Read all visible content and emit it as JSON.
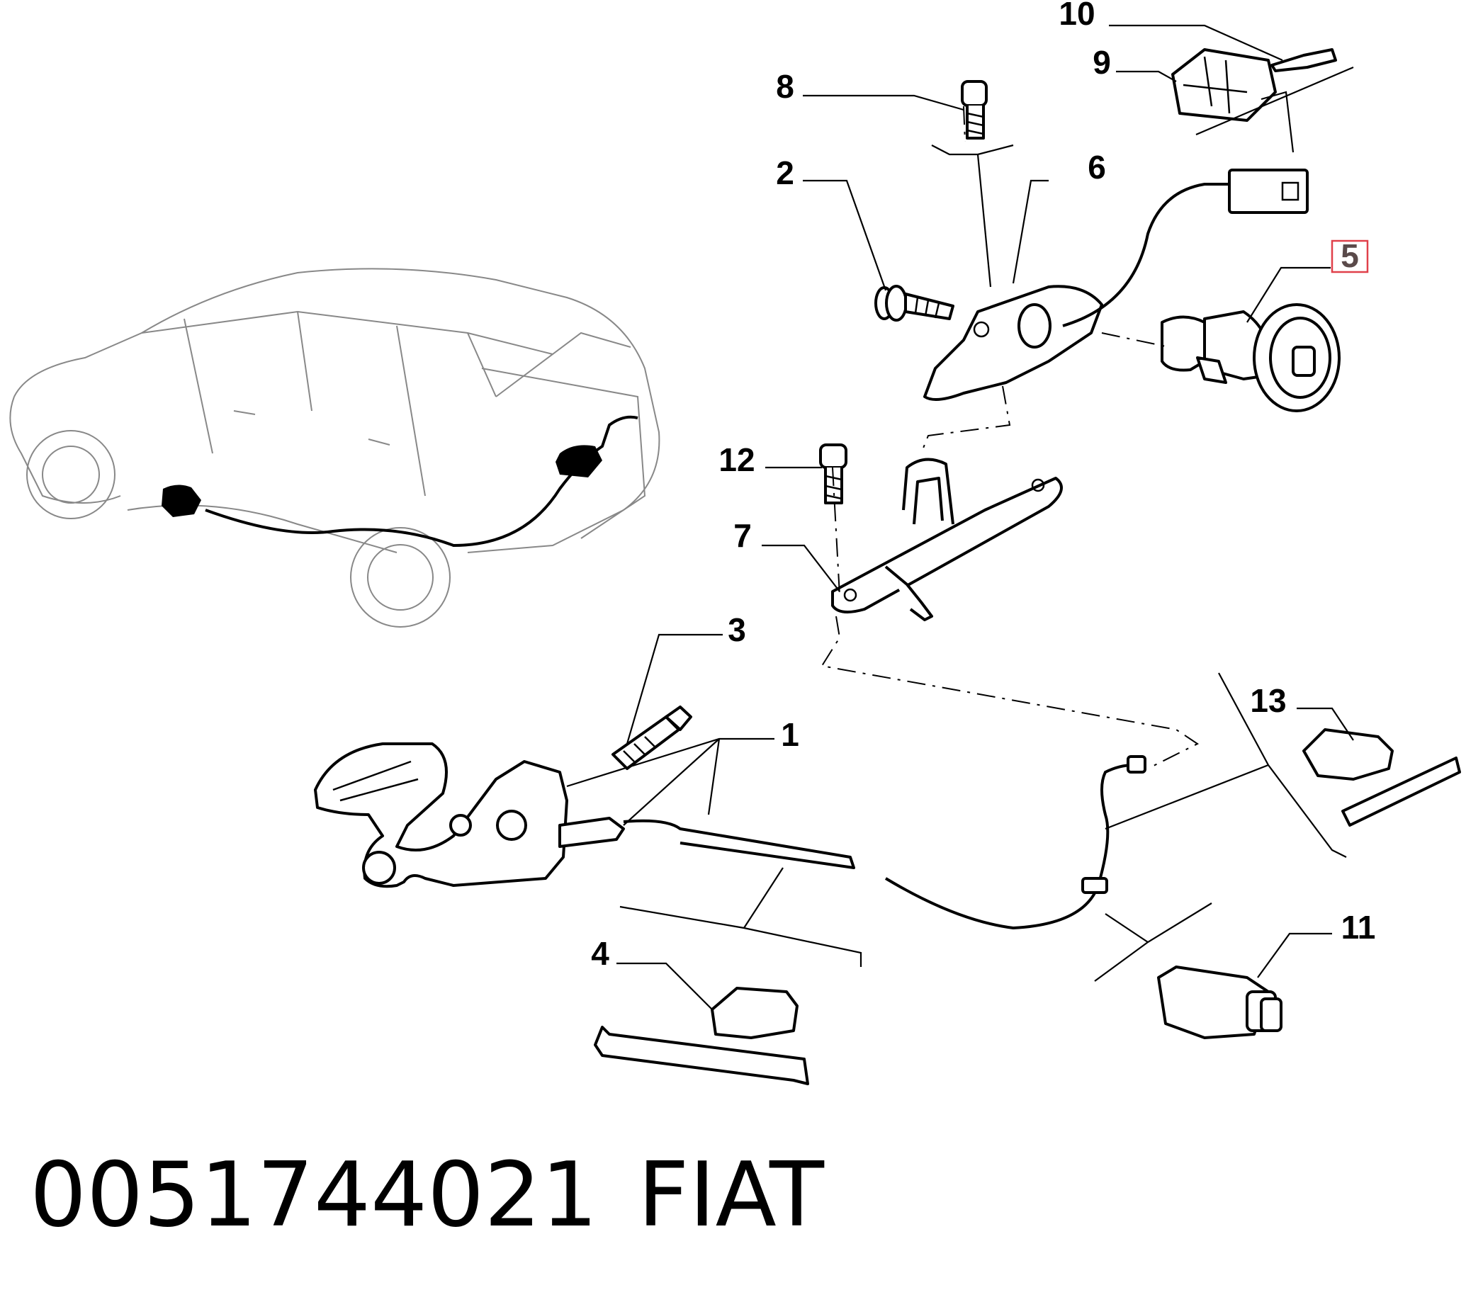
{
  "diagram": {
    "callouts": [
      {
        "id": "1",
        "label": "1"
      },
      {
        "id": "2",
        "label": "2"
      },
      {
        "id": "3",
        "label": "3"
      },
      {
        "id": "4",
        "label": "4"
      },
      {
        "id": "5",
        "label": "5",
        "highlighted": true
      },
      {
        "id": "6",
        "label": "6"
      },
      {
        "id": "7",
        "label": "7"
      },
      {
        "id": "8",
        "label": "8"
      },
      {
        "id": "9",
        "label": "9"
      },
      {
        "id": "10",
        "label": "10"
      },
      {
        "id": "11",
        "label": "11"
      },
      {
        "id": "12",
        "label": "12"
      },
      {
        "id": "13",
        "label": "13"
      }
    ],
    "highlight_color": "#e0404a"
  },
  "footer": {
    "part_number": "0051744021",
    "brand": "FIAT"
  }
}
